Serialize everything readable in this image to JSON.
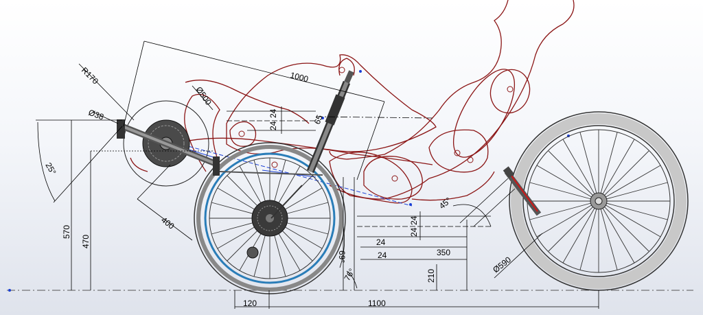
{
  "drawing": {
    "dimensions": {
      "r170": "R170",
      "d38": "Ø38",
      "d500": "Ø500",
      "l1000": "1000",
      "a25": "25°",
      "v24a": "24",
      "v24b": "24",
      "l65": "65",
      "l400": "400",
      "h570": "570",
      "h470": "470",
      "a69": "69°",
      "a76": "76°",
      "h24c": "24",
      "h24d": "24",
      "l350": "350",
      "a45": "45°",
      "v24e": "24",
      "v24f": "24",
      "h210": "210",
      "d590": "Ø590",
      "l120": "120",
      "l1100": "1100"
    }
  }
}
